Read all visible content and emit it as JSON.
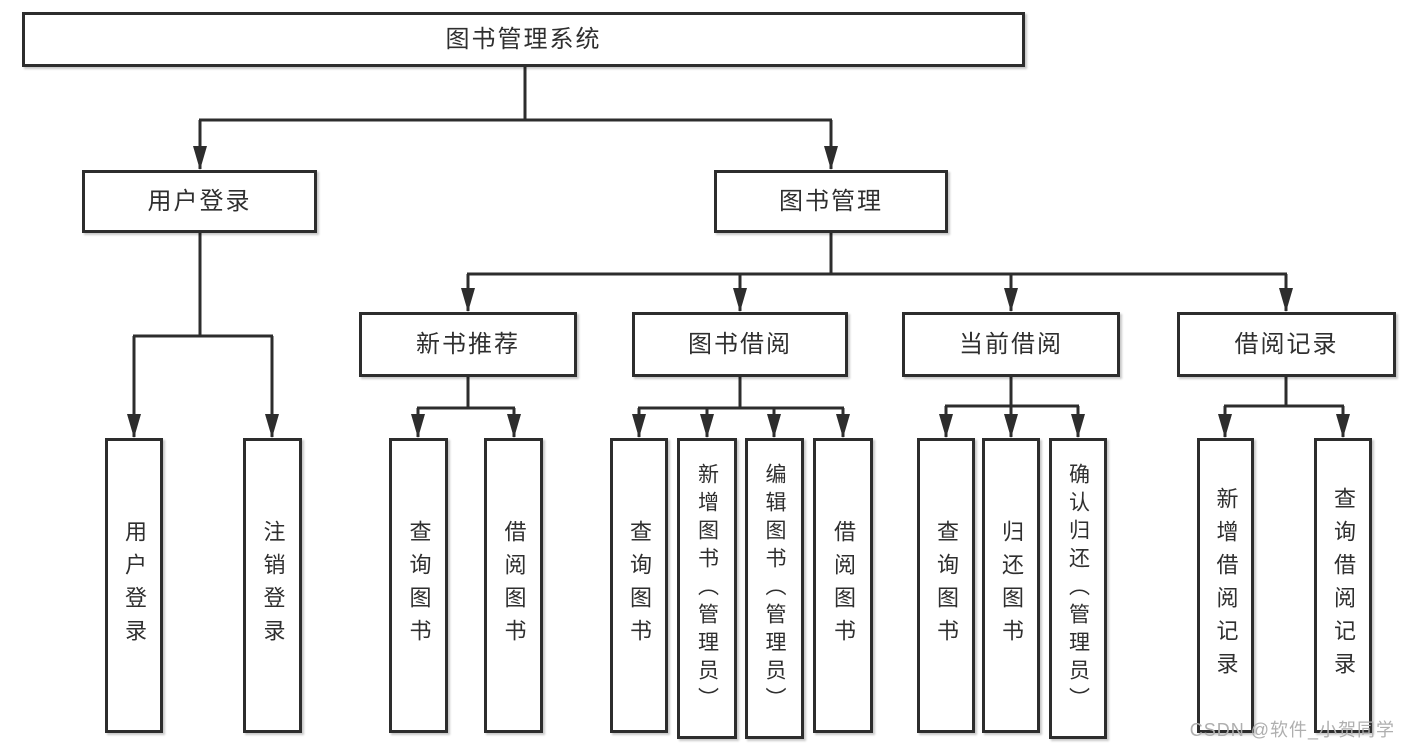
{
  "diagram_type": "tree-structure-diagram",
  "colors": {
    "line": "#2d2d2d",
    "box_border": "#2d2d2d",
    "box_background": "#ffffff",
    "text": "#2f2f2f",
    "watermark": "#afafaf",
    "page_background": "#ffffff"
  },
  "nodes": {
    "root": "图书管理系统",
    "login": "用户登录",
    "book_mgmt": "图书管理",
    "new_book": "新书推荐",
    "book_borrow": "图书借阅",
    "current_borrow": "当前借阅",
    "borrow_records": "借阅记录",
    "leaf_user_login": "用户登录",
    "leaf_logout": "注销登录",
    "leaf_query_book_1": "查询图书",
    "leaf_borrow_book_1": "借阅图书",
    "leaf_query_book_2": "查询图书",
    "leaf_add_book": "新增图书（管理员）",
    "leaf_edit_book": "编辑图书（管理员）",
    "leaf_borrow_book_2": "借阅图书",
    "leaf_query_book_3": "查询图书",
    "leaf_return_book": "归还图书",
    "leaf_confirm_return": "确认归还（管理员）",
    "leaf_add_record": "新增借阅记录",
    "leaf_query_record": "查询借阅记录"
  },
  "structure": {
    "root": "图书管理系统",
    "children": [
      {
        "label": "用户登录",
        "children": [
          "用户登录",
          "注销登录"
        ]
      },
      {
        "label": "图书管理",
        "children": [
          {
            "label": "新书推荐",
            "children": [
              "查询图书",
              "借阅图书"
            ]
          },
          {
            "label": "图书借阅",
            "children": [
              "查询图书",
              "新增图书（管理员）",
              "编辑图书（管理员）",
              "借阅图书"
            ]
          },
          {
            "label": "当前借阅",
            "children": [
              "查询图书",
              "归还图书",
              "确认归还（管理员）"
            ]
          },
          {
            "label": "借阅记录",
            "children": [
              "新增借阅记录",
              "查询借阅记录"
            ]
          }
        ]
      }
    ]
  },
  "watermark": {
    "text": "CSDN @软件_小贺同学"
  }
}
